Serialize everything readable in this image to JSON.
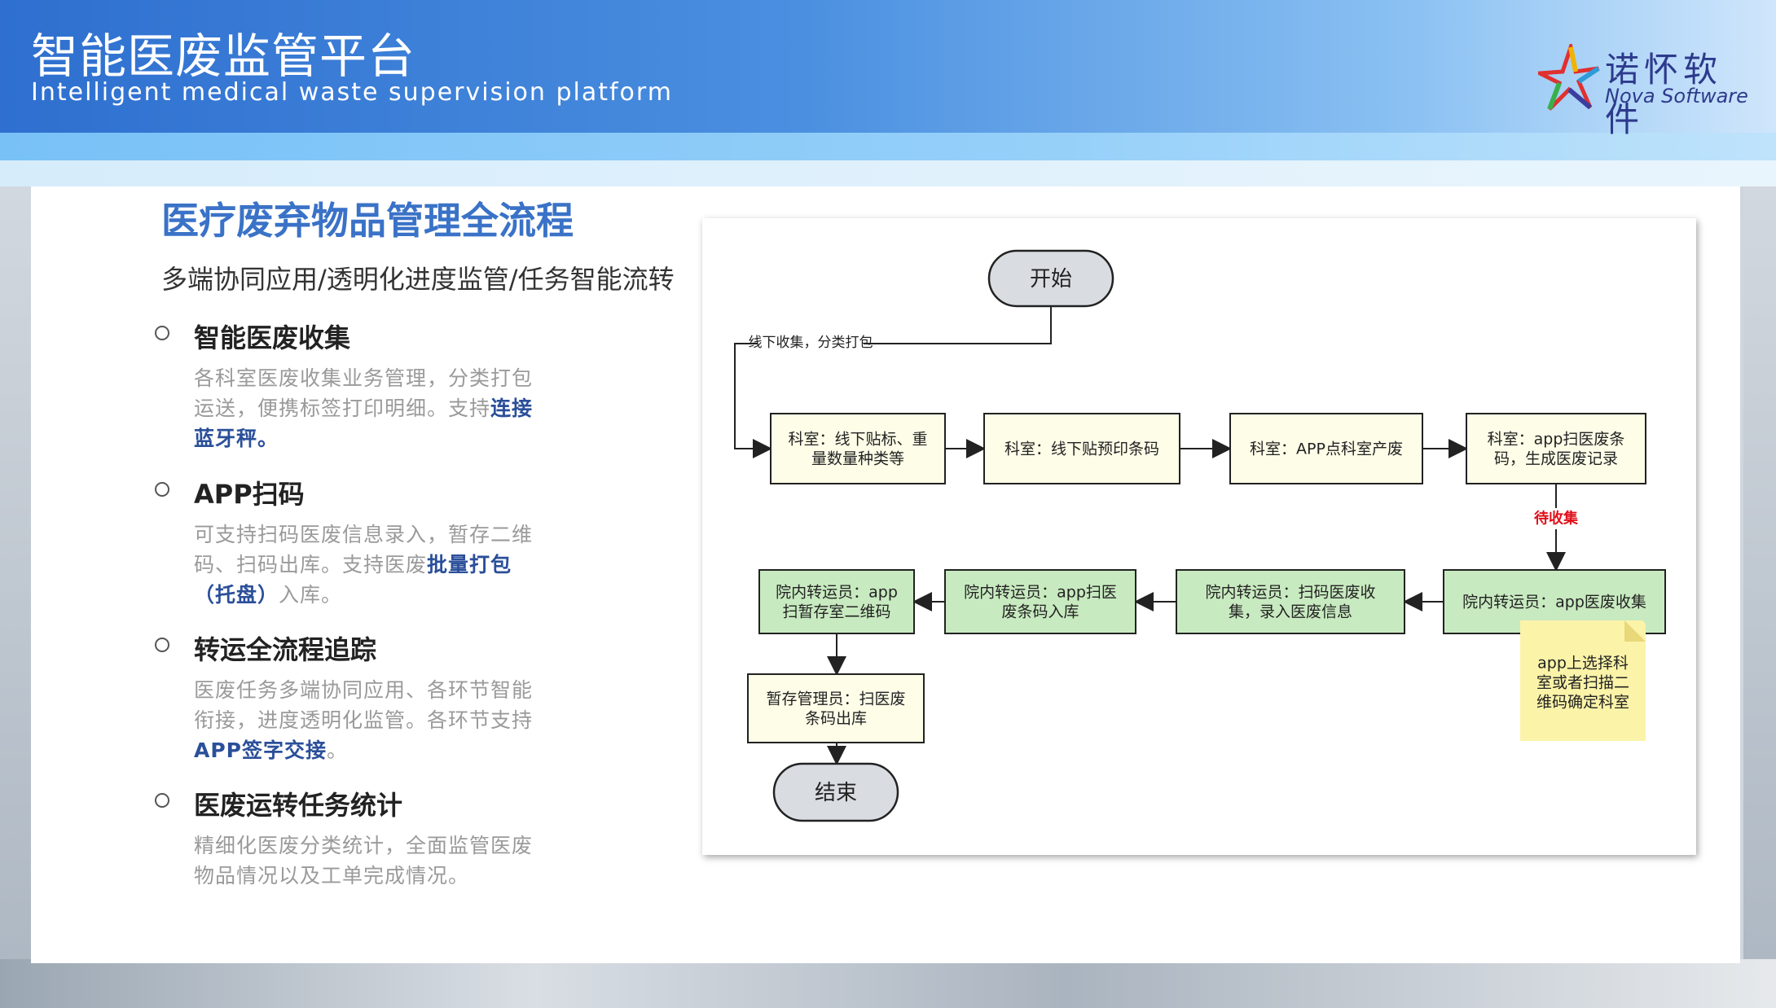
{
  "header": {
    "title_cn": "智能医废监管平台",
    "title_en": "Intelligent medical waste supervision platform",
    "logo_cn": "诺怀软件",
    "logo_en": "Nova Software"
  },
  "section": {
    "title": "医疗废弃物品管理全流程",
    "subtitle": "多端协同应用/透明化进度监管/任务智能流转"
  },
  "features": [
    {
      "heading": "智能医废收集",
      "text": "各科室医废收集业务管理，分类打包运送，便携标签打印明细。支持",
      "highlight": "连接蓝牙秤。",
      "tail": ""
    },
    {
      "heading": "APP扫码",
      "text": "可支持扫码医废信息录入，暂存二维码、扫码出库。支持医废",
      "highlight": "批量打包（托盘）",
      "tail": "入库。"
    },
    {
      "heading": "转运全流程追踪",
      "text": "医废任务多端协同应用、各环节智能衔接，进度透明化监管。各环节支持",
      "highlight": "APP签字交接",
      "tail": "。"
    },
    {
      "heading": "医废运转任务统计",
      "text": "精细化医废分类统计，全面监管医废物品情况以及工单完成情况。",
      "highlight": "",
      "tail": ""
    }
  ],
  "flow": {
    "start": "开始",
    "end": "结束",
    "edge_offline": "线下收集，分类打包",
    "edge_pending": "待收集",
    "row1": [
      [
        "科室：线下贴标、重",
        "量数量种类等"
      ],
      [
        "科室：线下贴预印条码"
      ],
      [
        "科室：APP点科室产废"
      ],
      [
        "科室：app扫医废条",
        "码，生成医废记录"
      ]
    ],
    "row2": [
      [
        "院内转运员：app",
        "扫暂存室二维码"
      ],
      [
        "院内转运员：app扫医",
        "废条码入库"
      ],
      [
        "院内转运员：扫码医废收",
        "集，录入医废信息"
      ],
      [
        "院内转运员：app医废收集"
      ]
    ],
    "storage": [
      "暂存管理员：扫医废",
      "条码出库"
    ],
    "note": [
      "app上选择科",
      "室或者扫描二",
      "维码确定科室"
    ],
    "colors": {
      "yellow": "#fdfde8",
      "green": "#c8eac0",
      "terminal": "#d9dde2",
      "pending": "#e0101a",
      "note": "#fbf3a8"
    }
  }
}
